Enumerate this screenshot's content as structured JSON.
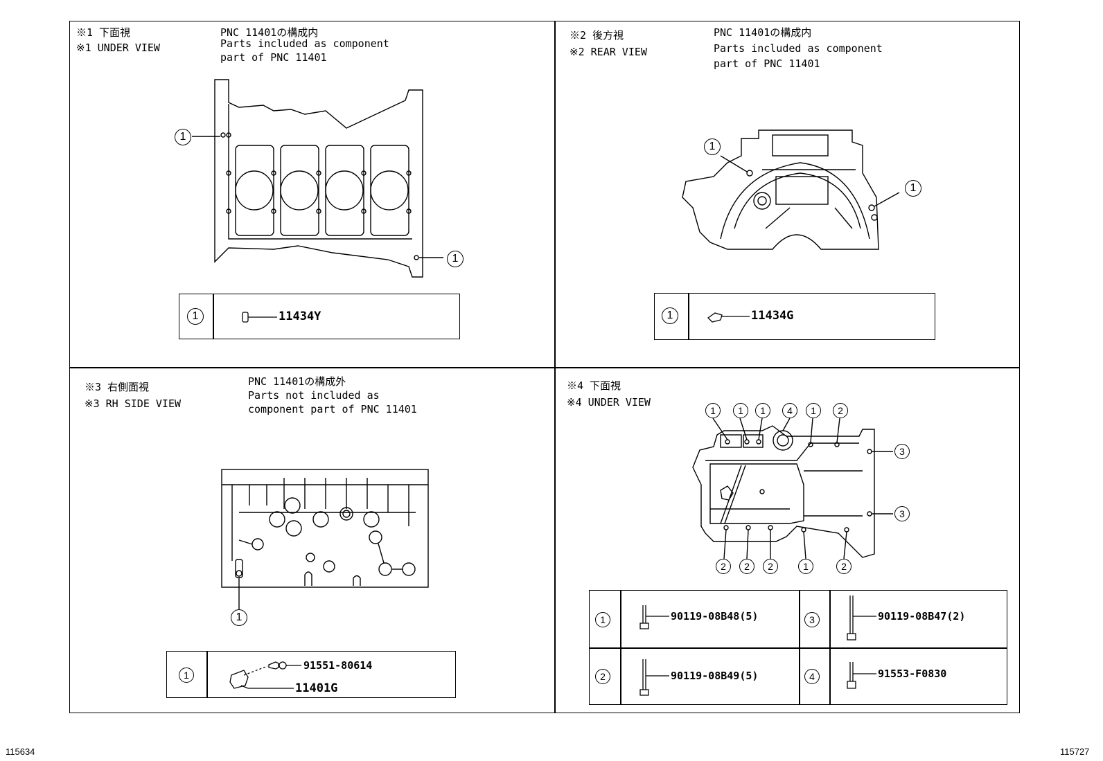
{
  "panel1": {
    "view_jp": "※1 下面視",
    "view_en": "※1 UNDER VIEW",
    "note_jp": "PNC 11401の構成内",
    "note_en1": "Parts included as component",
    "note_en2": "part of PNC 11401",
    "callout": "1",
    "table_num": "1",
    "part": "11434Y"
  },
  "panel2": {
    "view_jp": "※2 後方視",
    "view_en": "※2 REAR VIEW",
    "note_jp": "PNC 11401の構成内",
    "note_en1": "Parts included as component",
    "note_en2": "part of PNC 11401",
    "callout": "1",
    "table_num": "1",
    "part": "11434G"
  },
  "panel3": {
    "view_jp": "※3 右側面視",
    "view_en": "※3 RH SIDE VIEW",
    "note_jp": "PNC 11401の構成外",
    "note_en1": "Parts not included as",
    "note_en2": "component part of PNC 11401",
    "callout": "1",
    "table_num": "1",
    "part_a": "91551-80614",
    "part_b": "11401G"
  },
  "panel4": {
    "view_jp": "※4 下面視",
    "view_en": "※4 UNDER VIEW",
    "callouts": {
      "c1": "1",
      "c2": "2",
      "c3": "3",
      "c4": "4"
    },
    "rows": [
      {
        "num": "1",
        "part": "90119-08B48(5)"
      },
      {
        "num": "3",
        "part": "90119-08B47(2)"
      },
      {
        "num": "2",
        "part": "90119-08B49(5)"
      },
      {
        "num": "4",
        "part": "91553-F0830"
      }
    ]
  },
  "footer": {
    "left_ref": "115634",
    "right_ref": "115727"
  }
}
